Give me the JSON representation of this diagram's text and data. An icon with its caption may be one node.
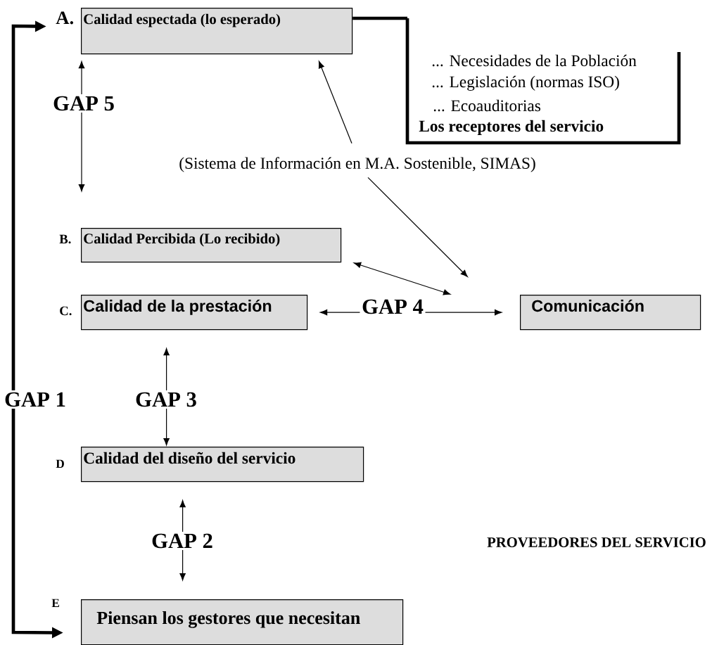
{
  "diagram": {
    "nodes": [
      {
        "text": [
          "A.",
          "Calidad espectada (lo esperado)"
        ]
      },
      {
        "text": [
          "B.",
          "Calidad Percibida (Lo recibido)"
        ]
      },
      {
        "text": [
          "C.",
          "Calidad de la prestación"
        ]
      },
      {
        "text": [
          "Comunicación"
        ]
      },
      {
        "text": [
          "D",
          "Calidad del diseño del servicio"
        ]
      },
      {
        "text": [
          "E",
          "Piensan los gestores que necesitan"
        ]
      },
      {
        "text": [
          "... Necesidades de la Población",
          "... Legislación (normas ISO)",
          "... Ecoauditorias",
          "Los receptores del servicio"
        ]
      },
      {
        "text": [
          "(Sistema de Información en M.A. Sostenible, SIMAS)"
        ]
      }
    ],
    "edges": [
      {
        "from": 0,
        "to": 1,
        "arrow": "both",
        "label": "GAP 5"
      },
      {
        "from": 2,
        "to": 3,
        "arrow": "both",
        "label": "GAP 4"
      },
      {
        "from": 2,
        "to": 4,
        "arrow": "both",
        "label": "GAP 3"
      },
      {
        "from": 4,
        "to": 5,
        "arrow": "both",
        "label": "GAP 2"
      },
      {
        "from": 0,
        "to": 5,
        "arrow": "both",
        "label": "GAP 1",
        "style": "thick"
      },
      {
        "from": 0,
        "to": 6,
        "arrow": "none",
        "style": "thick"
      },
      {
        "from": 7,
        "to": 0,
        "arrow": "to"
      },
      {
        "from": 7,
        "to": null,
        "arrow": "to"
      },
      {
        "from": 1,
        "to": null,
        "arrow": "both"
      }
    ],
    "labels": [
      "PROVEEDORES DEL SERVICIO"
    ]
  }
}
